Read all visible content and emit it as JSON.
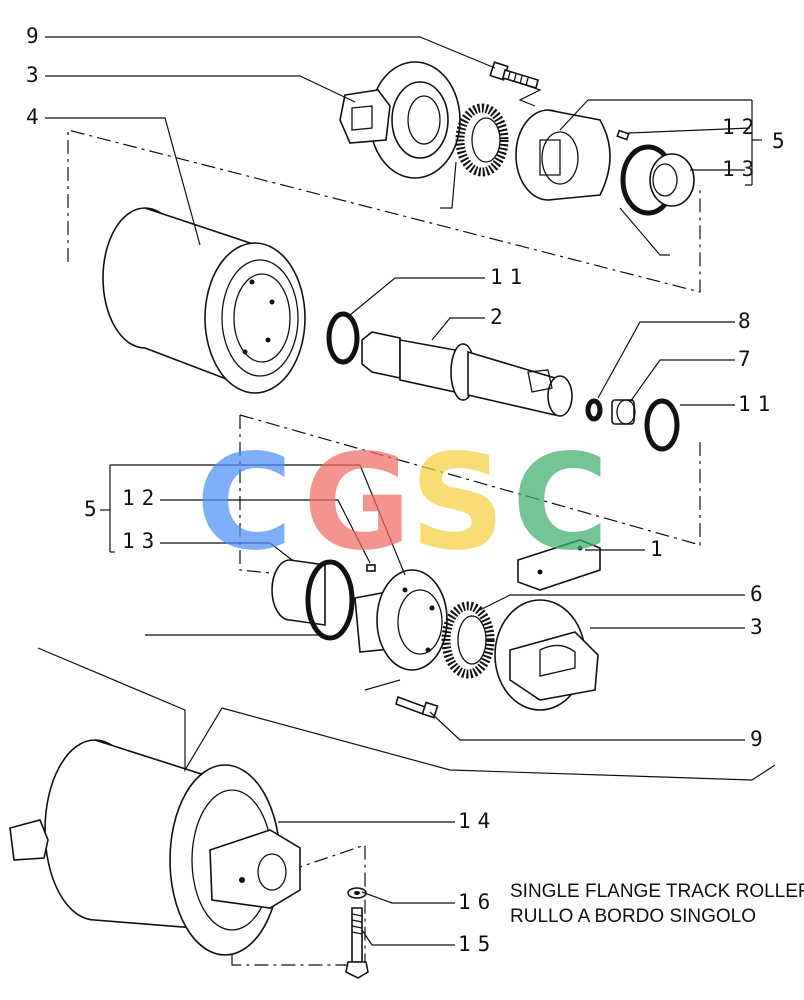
{
  "callouts": {
    "c9_top": "9",
    "c3_top": "3",
    "c4": "4",
    "c12_top": "12",
    "c5_top": "5",
    "c13_top": "13",
    "c11_mid": "11",
    "c2": "2",
    "c8": "8",
    "c7": "7",
    "c11_right": "11",
    "c5_left": "5",
    "c12_left": "12",
    "c13_left": "13",
    "c1": "1",
    "c6": "6",
    "c3_bottom": "3",
    "c9_bottom": "9",
    "c14": "14",
    "c16": "16",
    "c15": "15"
  },
  "caption": {
    "line1": "SINGLE FLANGE TRACK ROLLER",
    "line2": "RULLO A BORDO SINGOLO"
  },
  "watermark": {
    "letters": [
      "C",
      "G",
      "S",
      "C"
    ],
    "colors": [
      "#4f8ff7",
      "#ef6b63",
      "#f8cf3f",
      "#3fae6f"
    ]
  }
}
